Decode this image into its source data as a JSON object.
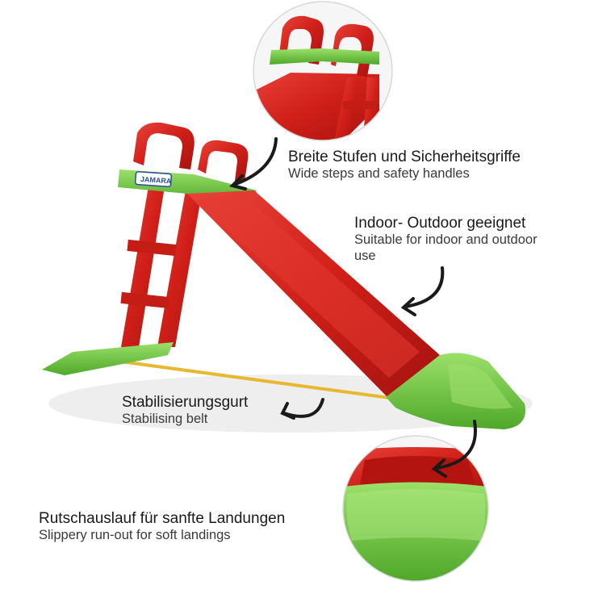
{
  "logo_text": "JAMARA",
  "captions": {
    "steps": {
      "de": "Breite Stufen und Sicherheitsgriffe",
      "en": "Wide steps and safety handles"
    },
    "indoor": {
      "de": "Indoor- Outdoor geeignet",
      "en": "Suitable for indoor and outdoor use"
    },
    "belt": {
      "de": "Stabilisierungsgurt",
      "en": "Stabilising belt"
    },
    "runout": {
      "de": "Rutschauslauf für sanfte Landungen",
      "en": "Slippery run-out for soft landings"
    }
  },
  "colors": {
    "slide_red": "#d8231c",
    "accent_green": "#6cc23a",
    "belt_yellow": "#e7b830",
    "arrow": "#1a1a1a"
  }
}
